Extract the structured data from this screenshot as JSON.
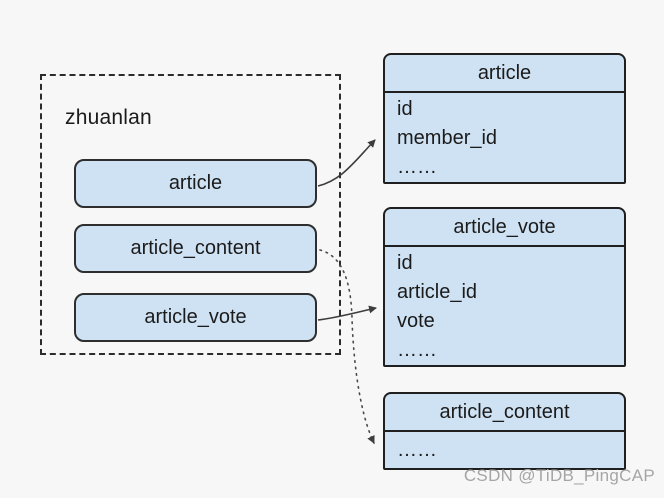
{
  "group": {
    "label": "zhuanlan",
    "nodes": [
      {
        "label": "article"
      },
      {
        "label": "article_content"
      },
      {
        "label": "article_vote"
      }
    ]
  },
  "tables": [
    {
      "title": "article",
      "rows": [
        "id",
        "member_id",
        "……"
      ]
    },
    {
      "title": "article_vote",
      "rows": [
        "id",
        "article_id",
        "vote",
        "……"
      ]
    },
    {
      "title": "article_content",
      "rows": [
        "……"
      ]
    }
  ],
  "connectors": [
    {
      "from": "article",
      "to": "article table",
      "style": "solid"
    },
    {
      "from": "article_vote",
      "to": "article_vote table",
      "style": "solid"
    },
    {
      "from": "article_content",
      "to": "article_content table",
      "style": "dotted"
    }
  ],
  "watermark": {
    "text": "CSDN @TiDB_PingCAP"
  },
  "colors": {
    "background": "#f7f7f7",
    "node_fill": "#cfe2f3",
    "node_border": "#2e2e2e",
    "text": "#1b1b1b",
    "connector": "#3d3d3d",
    "watermark": "#a5a5a5"
  }
}
